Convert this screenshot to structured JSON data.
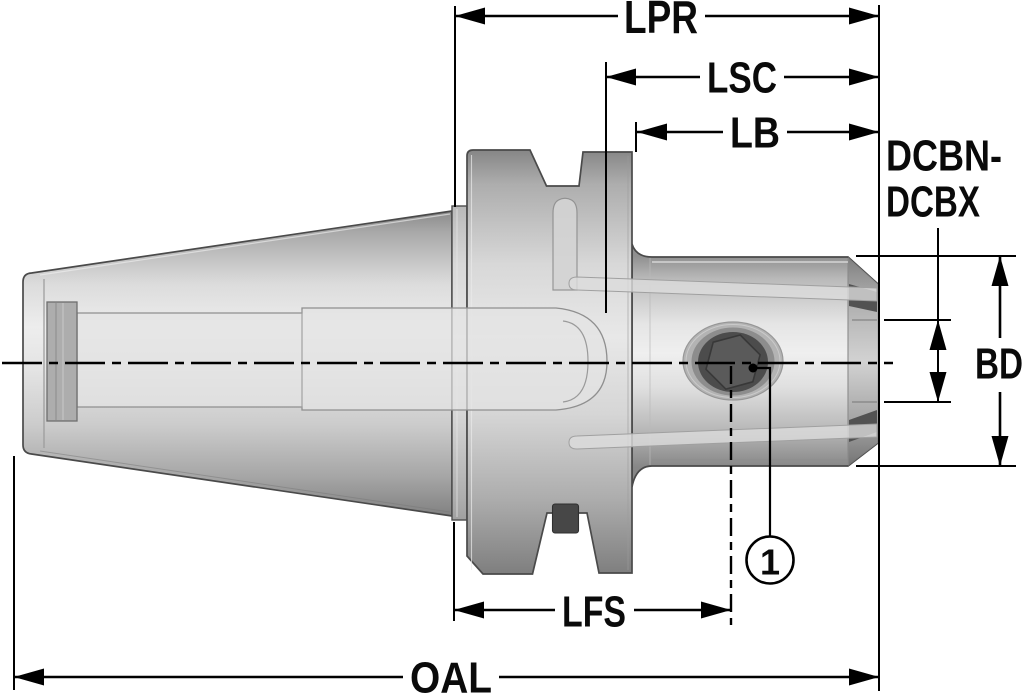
{
  "drawing": {
    "title": "Tool holder side-view technical drawing",
    "dim_labels": {
      "lpr": "LPR",
      "lsc": "LSC",
      "lb": "LB",
      "bd": "BD",
      "lfs": "LFS",
      "oal": "OAL"
    },
    "bore_label": {
      "line1": "DCBN-",
      "line2": "DCBX"
    },
    "callout": {
      "number": "1"
    },
    "colors": {
      "background": "#ffffff",
      "dimension_lines": "#000000",
      "part_outline": "#4a4a4a",
      "metal_light": "#eeeeee",
      "metal_mid": "#c6c6c6",
      "metal_dark": "#878787",
      "screw_socket_dark": "#4c4c4c",
      "groove_plug_dark": "#474747"
    }
  }
}
